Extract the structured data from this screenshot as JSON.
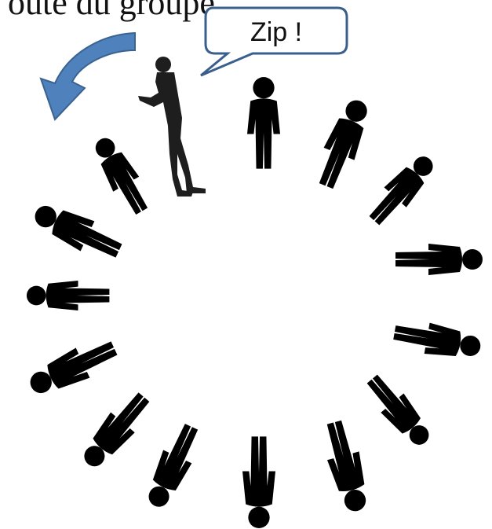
{
  "caption": "outé du groupe",
  "bubble": {
    "text": "Zip !"
  },
  "colors": {
    "figure": "#000000",
    "speaker": "#1e1e1e",
    "arrow_fill": "#4f81bd",
    "arrow_stroke": "#3a6390",
    "bubble_stroke": "#3b5f8c",
    "background": "#ffffff"
  },
  "circle": {
    "figures": [
      {
        "name": "figure-top-1"
      },
      {
        "name": "figure-top-2"
      },
      {
        "name": "figure-top-3"
      },
      {
        "name": "figure-right-1"
      },
      {
        "name": "figure-right-2"
      },
      {
        "name": "figure-bottom-right-1"
      },
      {
        "name": "figure-bottom-right-2"
      },
      {
        "name": "figure-bottom"
      },
      {
        "name": "figure-bottom-left-1"
      },
      {
        "name": "figure-bottom-left-2"
      },
      {
        "name": "figure-left-1"
      },
      {
        "name": "figure-left-2"
      },
      {
        "name": "figure-left-3"
      },
      {
        "name": "figure-top-left"
      }
    ]
  },
  "icons": {
    "speaker": "standing-person-clapping-icon",
    "arrow": "curved-arrow-counterclockwise-icon"
  }
}
